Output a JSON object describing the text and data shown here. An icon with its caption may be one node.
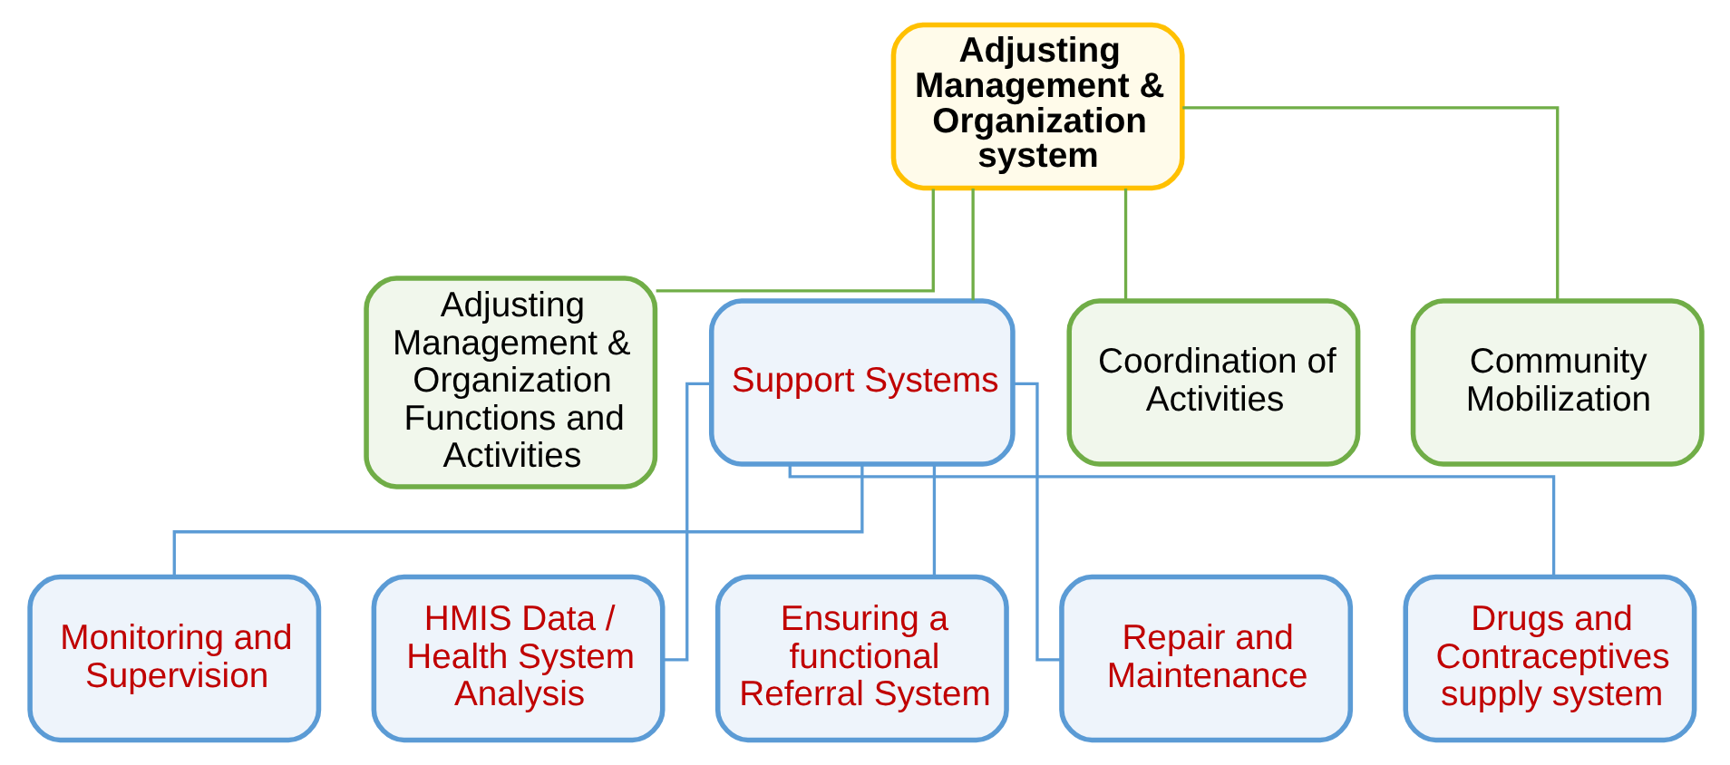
{
  "diagram": {
    "nodes": [
      {
        "text": [
          "Adjusting Management & Organization system"
        ]
      },
      {
        "text": [
          "Adjusting Management & Organization Functions and Activities"
        ]
      },
      {
        "text": [
          "Support Systems"
        ]
      },
      {
        "text": [
          "Coordination of Activities"
        ]
      },
      {
        "text": [
          "Community Mobilization"
        ]
      },
      {
        "text": [
          "Monitoring and Supervision"
        ]
      },
      {
        "text": [
          "HMIS Data / Health System Analysis"
        ]
      },
      {
        "text": [
          "Ensuring a functional Referral System"
        ]
      },
      {
        "text": [
          "Repair and Maintenance"
        ]
      },
      {
        "text": [
          "Drugs and Contraceptives supply system"
        ]
      }
    ],
    "edges": [
      {
        "from": 0,
        "to": 1,
        "arrow": "none",
        "color": "#70ad47"
      },
      {
        "from": 0,
        "to": 2,
        "arrow": "none",
        "color": "#70ad47"
      },
      {
        "from": 0,
        "to": 3,
        "arrow": "none",
        "color": "#70ad47"
      },
      {
        "from": 0,
        "to": 4,
        "arrow": "none",
        "color": "#70ad47"
      },
      {
        "from": 2,
        "to": 5,
        "arrow": "none"
      },
      {
        "from": 2,
        "to": 6,
        "arrow": "none"
      },
      {
        "from": 2,
        "to": 7,
        "arrow": "none"
      },
      {
        "from": 2,
        "to": 8,
        "arrow": "none"
      },
      {
        "from": 2,
        "to": 9,
        "arrow": "none"
      }
    ]
  }
}
